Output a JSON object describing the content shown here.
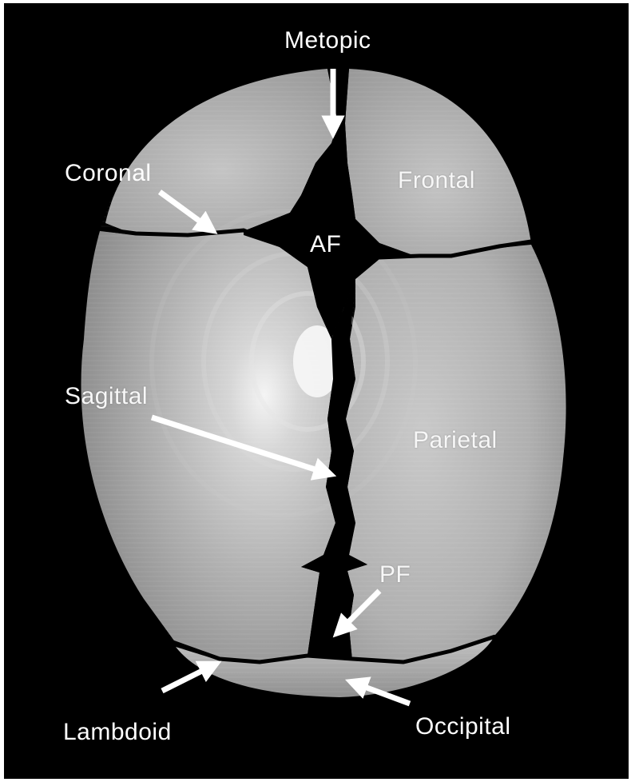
{
  "figure": {
    "background_color": "#000000",
    "bone_color": "#bdbdbd",
    "label_color": "#ffffff",
    "labels": {
      "metopic": "Metopic",
      "coronal": "Coronal",
      "frontal": "Frontal",
      "af": "AF",
      "sagittal": "Sagittal",
      "parietal": "Parietal",
      "pf": "PF",
      "lambdoid": "Lambdoid",
      "occipital": "Occipital"
    }
  }
}
